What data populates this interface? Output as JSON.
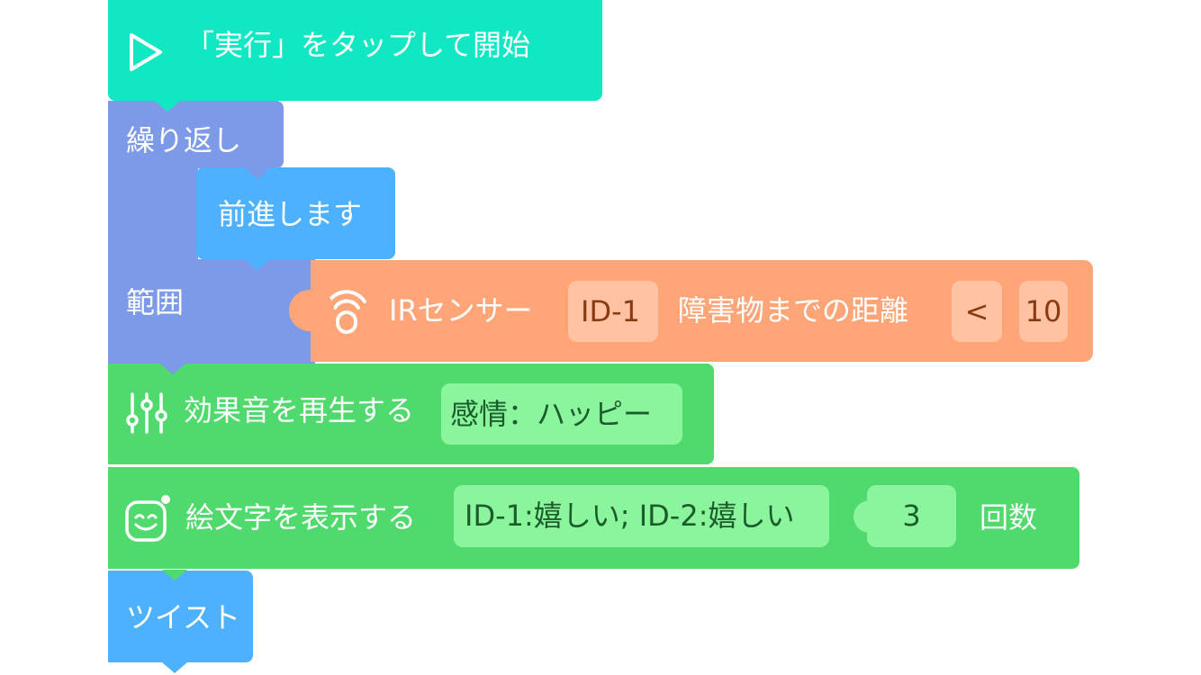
{
  "start_block": {
    "label": "「実行」をタップして開始",
    "icon": "play-icon",
    "color": "#11E8C3"
  },
  "repeat_block": {
    "label": "繰り返し",
    "range_label": "範囲",
    "color": "#7D9AE8"
  },
  "move_block": {
    "label": "前進します",
    "color": "#4DB1FF"
  },
  "ir_block": {
    "icon": "ir-sensor-icon",
    "label": "IRセンサー",
    "sensor_id": "ID-1",
    "measure_label": "障害物までの距離",
    "operator": "<",
    "value": "10",
    "color": "#FFA577",
    "slot_color": "#FFC3A4"
  },
  "sound_block": {
    "icon": "equalizer-icon",
    "label": "効果音を再生する",
    "value": "感情：ハッピー",
    "color": "#50D96D",
    "slot_color": "#8BF59E"
  },
  "emoji_block": {
    "icon": "smiley-robot-icon",
    "label": "絵文字を表示する",
    "value": "ID-1:嬉しい; ID-2:嬉しい",
    "count": "3",
    "count_suffix": "回数",
    "color": "#50D96D",
    "slot_color": "#8BF59E"
  },
  "twist_block": {
    "label": "ツイスト",
    "color": "#4DB1FF"
  }
}
